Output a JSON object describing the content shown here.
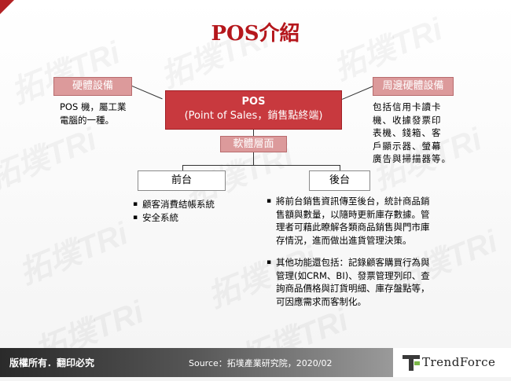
{
  "title": "POS介紹",
  "watermark": "拓墣TRi",
  "hardware": {
    "label": "硬體設備",
    "desc": [
      "POS 機，屬工業",
      "電腦的一種。"
    ]
  },
  "pos": {
    "line1": "POS",
    "line2": "(Point of Sales，銷售點終端)"
  },
  "peripheral": {
    "label": "周邊硬體設備",
    "desc": [
      "包括信用卡讀卡",
      "機、收據發票印",
      "表機、錢箱、客",
      "戶顯示器、螢幕",
      "廣告與掃描器等。"
    ]
  },
  "software": {
    "label": "軟體層面"
  },
  "frontend": {
    "label": "前台",
    "items": [
      "顧客消費結帳系統",
      "安全系統"
    ]
  },
  "backend": {
    "label": "後台",
    "items": [
      [
        "將前台銷售資訊傳至後台，統計商品銷",
        "售額與數量，以隨時更新庫存數據。管",
        "理者可藉此瞭解各類商品銷售與門市庫",
        "存情況，進而做出進貨管理決策。"
      ],
      [
        "其他功能還包括：記錄顧客購買行為與",
        "管理(如CRM、BI)、發票管理列印、查",
        "詢商品價格與訂貨明細、庫存盤點等，",
        "可因應需求而客制化。"
      ]
    ]
  },
  "footer": {
    "copyright": "版權所有．翻印必究",
    "source": "Source：拓墣產業研究院，2020/02",
    "logo": "TrendForce"
  },
  "colors": {
    "accent": "#b5171c",
    "pos_box": "#c8393e",
    "pink_box": "#dc9a9b"
  }
}
